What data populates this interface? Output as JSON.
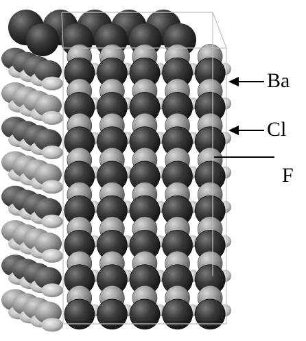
{
  "figure": {
    "description_free": true,
    "labels": {
      "ba": "Ba",
      "cl": "Cl",
      "f": "F"
    },
    "colors": {
      "ba": "#2f2f2f",
      "cl": "#8e8e8e",
      "f": "#b9b9b9",
      "box_edge": "#bdbdbd",
      "label_text": "#000000"
    },
    "structure": {
      "front_rows": 8,
      "front_columns": 5
    }
  }
}
